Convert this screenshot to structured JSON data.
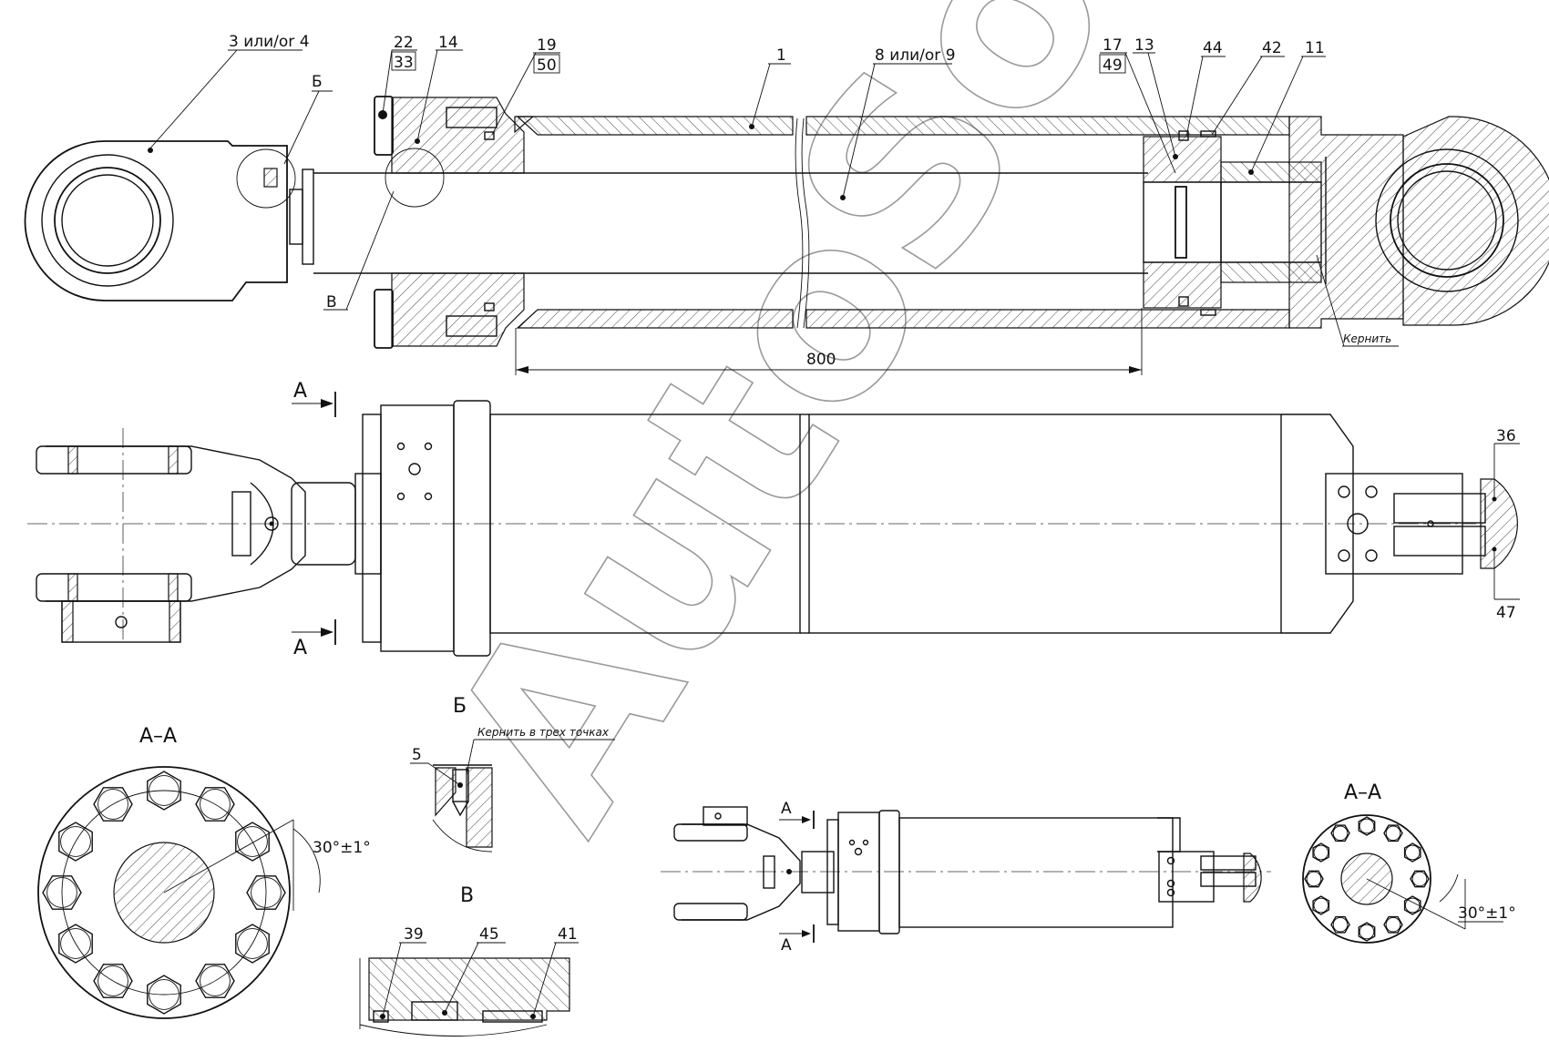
{
  "drawing": {
    "watermark": "AutoSoft",
    "top_mark": "",
    "dimensions": {
      "stroke_length": "800"
    },
    "callouts": {
      "c3": "3 или/or 4",
      "c22": "22",
      "c33": "33",
      "c14": "14",
      "c19": "19",
      "c50": "50",
      "c1": "1",
      "c8": "8 или/or 9",
      "c17": "17",
      "c49": "49",
      "c13": "13",
      "c44": "44",
      "c42": "42",
      "c11": "11",
      "c36": "36",
      "c47": "47",
      "c5": "5",
      "c39": "39",
      "c45": "45",
      "c41": "41",
      "b": "Б",
      "v": "В"
    },
    "notes": {
      "kernit": "Кернить",
      "kernit_three": "Кернить в трех точках"
    },
    "section_labels": {
      "a": "А",
      "aa": "А–А",
      "detail_b": "Б",
      "detail_v": "В"
    },
    "angle": "30°±1°"
  }
}
